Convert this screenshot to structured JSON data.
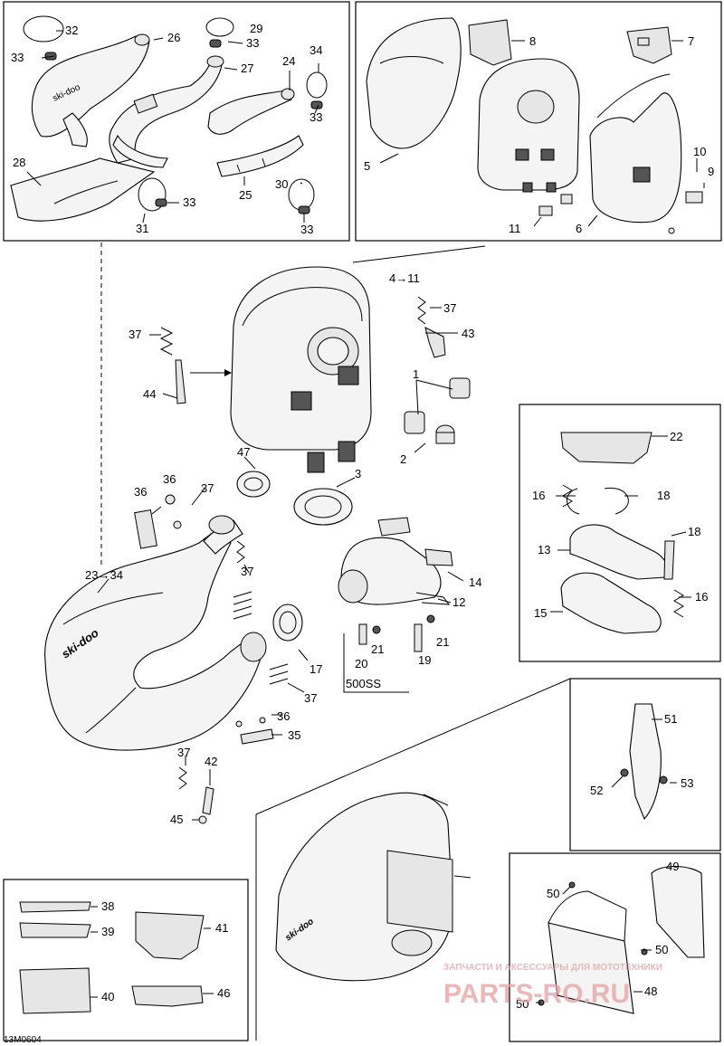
{
  "diagram": {
    "code": "13M0604",
    "variant_label": "500SS",
    "callouts": {
      "c32": "32",
      "c33a": "33",
      "c26": "26",
      "c29": "29",
      "c33b": "33",
      "c27": "27",
      "c24": "24",
      "c34": "34",
      "c33c": "33",
      "c28": "28",
      "c25": "25",
      "c31": "31",
      "c33d": "33",
      "c30": "30",
      "c33e": "33",
      "c8": "8",
      "c7": "7",
      "c5": "5",
      "c10": "10",
      "c9": "9",
      "c11": "11",
      "c6": "6",
      "c4to11": "4→11",
      "c37a": "37",
      "c43": "43",
      "c37b": "37",
      "c1": "1",
      "c44": "44",
      "c2": "2",
      "c47": "47",
      "c3": "3",
      "c36a": "36",
      "c37c": "37",
      "c36b": "36",
      "c23to34": "23→34",
      "c37d": "37",
      "c14": "14",
      "c12": "12",
      "c21a": "21",
      "c20": "20",
      "c21b": "21",
      "c19": "19",
      "c17": "17",
      "c37e": "37",
      "c36c": "36",
      "c35": "35",
      "c37f": "37",
      "c42": "42",
      "c45": "45",
      "c22": "22",
      "c16a": "16",
      "c18a": "18",
      "c18b": "18",
      "c13": "13",
      "c15": "15",
      "c16b": "16",
      "c51": "51",
      "c52": "52",
      "c53": "53",
      "c49": "49",
      "c50a": "50",
      "c50b": "50",
      "c50c": "50",
      "c48": "48",
      "c38": "38",
      "c39": "39",
      "c41": "41",
      "c40": "40",
      "c46": "46"
    },
    "watermark": {
      "tagline": "ЗАПЧАСТИ И АКСЕССУАРЫ ДЛЯ МОТОТЕХНИКИ",
      "brand": "PARTS-RO.RU",
      "color": "#e8a0a0"
    }
  }
}
